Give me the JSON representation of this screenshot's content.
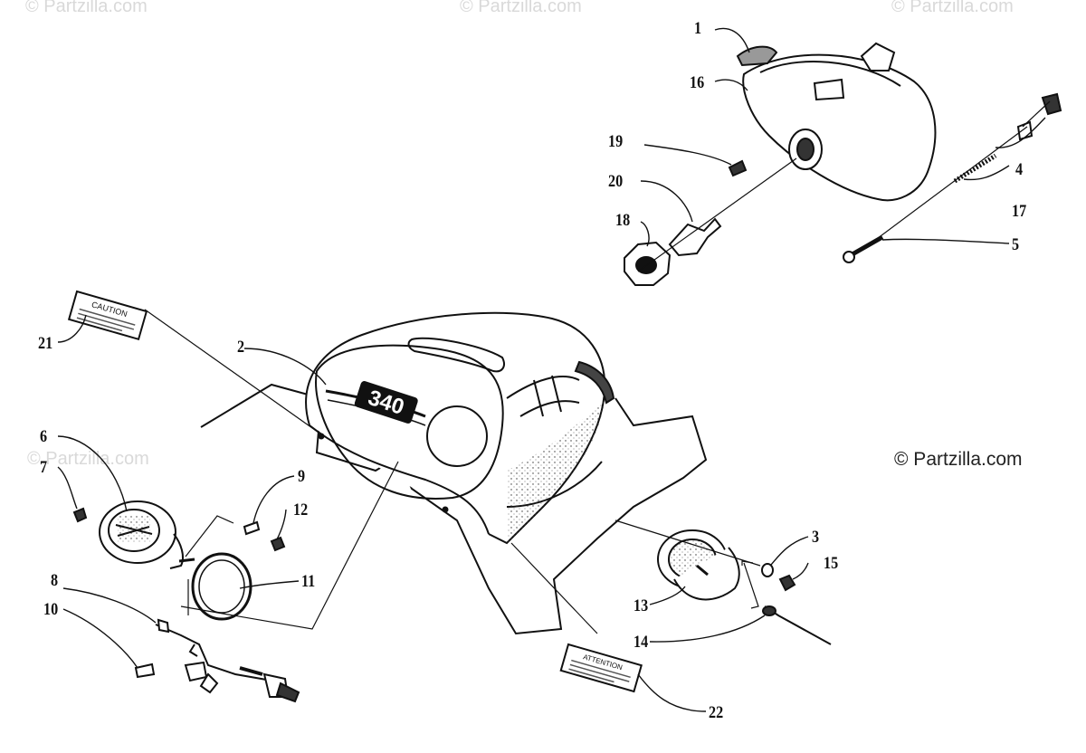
{
  "watermark": {
    "faint_text": "© Partzilla.com",
    "main_text": "© Partzilla.com"
  },
  "model_badge": "340",
  "decals": {
    "caution": "CAUTION",
    "attention": "ATTENTION"
  },
  "callouts": [
    {
      "id": "1",
      "label": "1"
    },
    {
      "id": "2",
      "label": "2"
    },
    {
      "id": "3",
      "label": "3"
    },
    {
      "id": "4",
      "label": "4"
    },
    {
      "id": "5",
      "label": "5"
    },
    {
      "id": "6",
      "label": "6"
    },
    {
      "id": "7",
      "label": "7"
    },
    {
      "id": "8",
      "label": "8"
    },
    {
      "id": "9",
      "label": "9"
    },
    {
      "id": "10",
      "label": "10"
    },
    {
      "id": "11",
      "label": "11"
    },
    {
      "id": "12",
      "label": "12"
    },
    {
      "id": "13",
      "label": "13"
    },
    {
      "id": "14",
      "label": "14"
    },
    {
      "id": "15",
      "label": "15"
    },
    {
      "id": "16",
      "label": "16"
    },
    {
      "id": "17",
      "label": "17"
    },
    {
      "id": "18",
      "label": "18"
    },
    {
      "id": "19",
      "label": "19"
    },
    {
      "id": "20",
      "label": "20"
    },
    {
      "id": "21",
      "label": "21"
    },
    {
      "id": "22",
      "label": "22"
    }
  ]
}
